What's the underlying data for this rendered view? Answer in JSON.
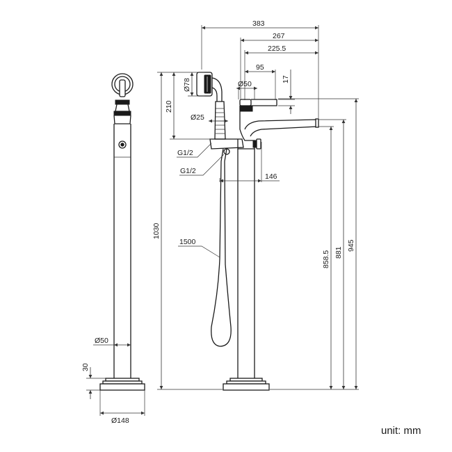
{
  "dimensions": {
    "w383": "383",
    "w267": "267",
    "w225": "225.5",
    "w95": "95",
    "d50_top": "Ø50",
    "h17": "17",
    "d78": "Ø78",
    "h210": "210",
    "d25": "Ø25",
    "g12_a": "G1/2",
    "g12_b": "G1/2",
    "w146": "146",
    "h1030": "1030",
    "hose1500": "1500",
    "h858": "858.5",
    "h881": "881",
    "h945": "945",
    "d50_side": "Ø50",
    "h30": "30",
    "d148": "Ø148"
  },
  "unit_label": "unit: mm",
  "colors": {
    "line": "#1a1a1a",
    "background": "#ffffff"
  }
}
